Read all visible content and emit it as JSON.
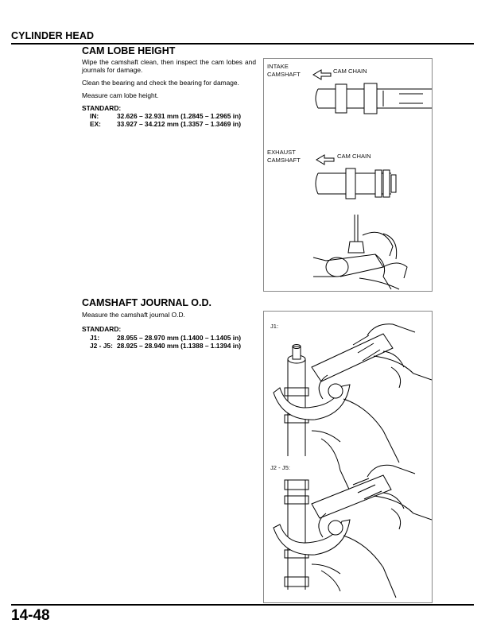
{
  "section_title": "CYLINDER HEAD",
  "page_number": "14-48",
  "cam_lobe": {
    "heading": "CAM LOBE HEIGHT",
    "paragraphs": [
      "Wipe the camshaft clean, then inspect the cam lobes and journals for damage.",
      "Clean the bearing and check the bearing for damage.",
      "Measure cam lobe height."
    ],
    "standard_label": "STANDARD:",
    "rows": [
      {
        "key": "IN:",
        "value": "32.626 – 32.931 mm (1.2845 – 1.2965 in)"
      },
      {
        "key": "EX:",
        "value": "33.927 – 34.212 mm (1.3357 – 1.3469 in)"
      }
    ],
    "figure": {
      "intake_label": "INTAKE\nCAMSHAFT",
      "intake_chain": "CAM CHAIN",
      "exhaust_label": "EXHAUST\nCAMSHAFT",
      "exhaust_chain": "CAM CHAIN"
    }
  },
  "journal": {
    "heading": "CAMSHAFT JOURNAL O.D.",
    "paragraph": "Measure the camshaft journal O.D.",
    "standard_label": "STANDARD:",
    "rows": [
      {
        "key": "J1:",
        "value": "28.955 – 28.970 mm (1.1400 – 1.1405 in)"
      },
      {
        "key": "J2 - J5:",
        "value": "28.925 – 28.940 mm (1.1388 – 1.1394 in)"
      }
    ],
    "figure": {
      "j1_label": "J1:",
      "j2_label": "J2 - J5:"
    }
  }
}
